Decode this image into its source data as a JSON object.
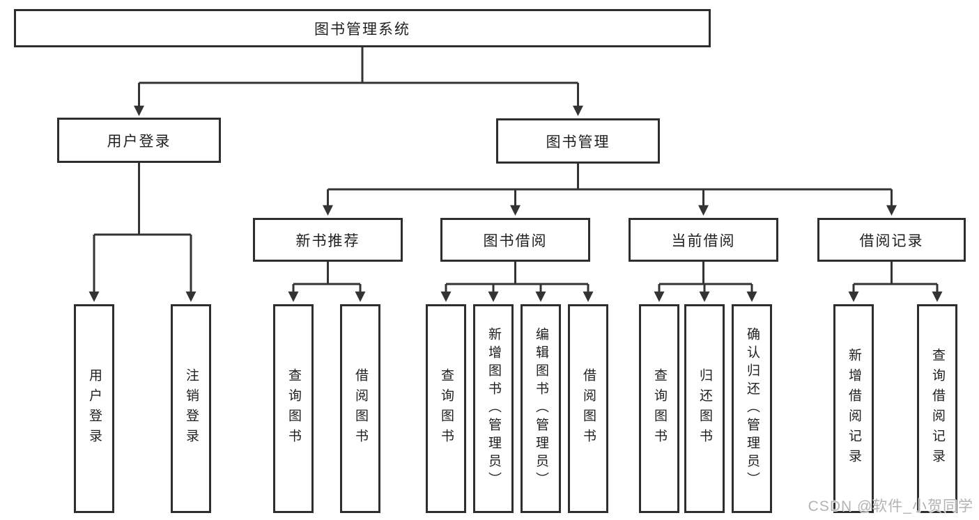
{
  "tree": {
    "root": {
      "label": "图书管理系统"
    },
    "children": [
      {
        "label": "用户登录",
        "children": [
          {
            "label": "用户登录"
          },
          {
            "label": "注销登录"
          }
        ]
      },
      {
        "label": "图书管理",
        "children": [
          {
            "label": "新书推荐",
            "children": [
              {
                "label": "查询图书"
              },
              {
                "label": "借阅图书"
              }
            ]
          },
          {
            "label": "图书借阅",
            "children": [
              {
                "label": "查询图书"
              },
              {
                "label": "新增图书（管理员）"
              },
              {
                "label": "编辑图书（管理员）"
              },
              {
                "label": "借阅图书"
              }
            ]
          },
          {
            "label": "当前借阅",
            "children": [
              {
                "label": "查询图书"
              },
              {
                "label": "归还图书"
              },
              {
                "label": "确认归还（管理员）"
              }
            ]
          },
          {
            "label": "借阅记录",
            "children": [
              {
                "label": "新增借阅记录"
              },
              {
                "label": "查询借阅记录"
              }
            ]
          }
        ]
      }
    ]
  },
  "watermark": "CSDN @软件_小贺同学",
  "colors": {
    "line": "#333333",
    "border": "#2e2e2e",
    "text": "#1f1f1f",
    "background": "#ffffff",
    "watermark": "#b3b3b3"
  }
}
